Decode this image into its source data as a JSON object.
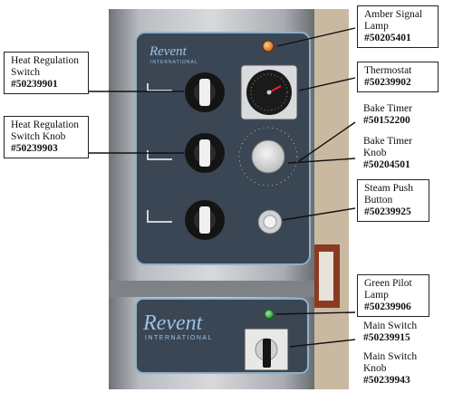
{
  "brand": {
    "panel_logo": "Revent",
    "panel_logo_sub": "INTERNATIONAL",
    "base_logo": "Revent",
    "base_logo_sub": "INTERNATIONAL"
  },
  "callouts": {
    "amber_lamp": {
      "name": "Amber Signal Lamp",
      "part": "#50205401"
    },
    "thermostat": {
      "name": "Thermostat",
      "part": "#50239902"
    },
    "heat_switch": {
      "name": "Heat Regulation Switch",
      "part": "#50239901"
    },
    "heat_knob": {
      "name": "Heat Regulation Switch Knob",
      "part": "#50239903"
    },
    "bake_timer": {
      "name": "Bake Timer",
      "part": "#50152200"
    },
    "bake_timer_knob": {
      "name": "Bake Timer Knob",
      "part": "#50204501"
    },
    "steam_button": {
      "name": "Steam Push Button",
      "part": "#50239925"
    },
    "green_lamp": {
      "name": "Green Pilot Lamp",
      "part": "#50239906"
    },
    "main_switch": {
      "name": "Main Switch",
      "part": "#50239915"
    },
    "main_switch_knob": {
      "name": "Main Switch Knob",
      "part": "#50239943"
    }
  },
  "colors": {
    "panel": "#3b4654",
    "panel_border": "#8fb0c8",
    "cabinet": "#9a9ea3",
    "amber": "#e8781c",
    "green": "#3bbf4a"
  }
}
